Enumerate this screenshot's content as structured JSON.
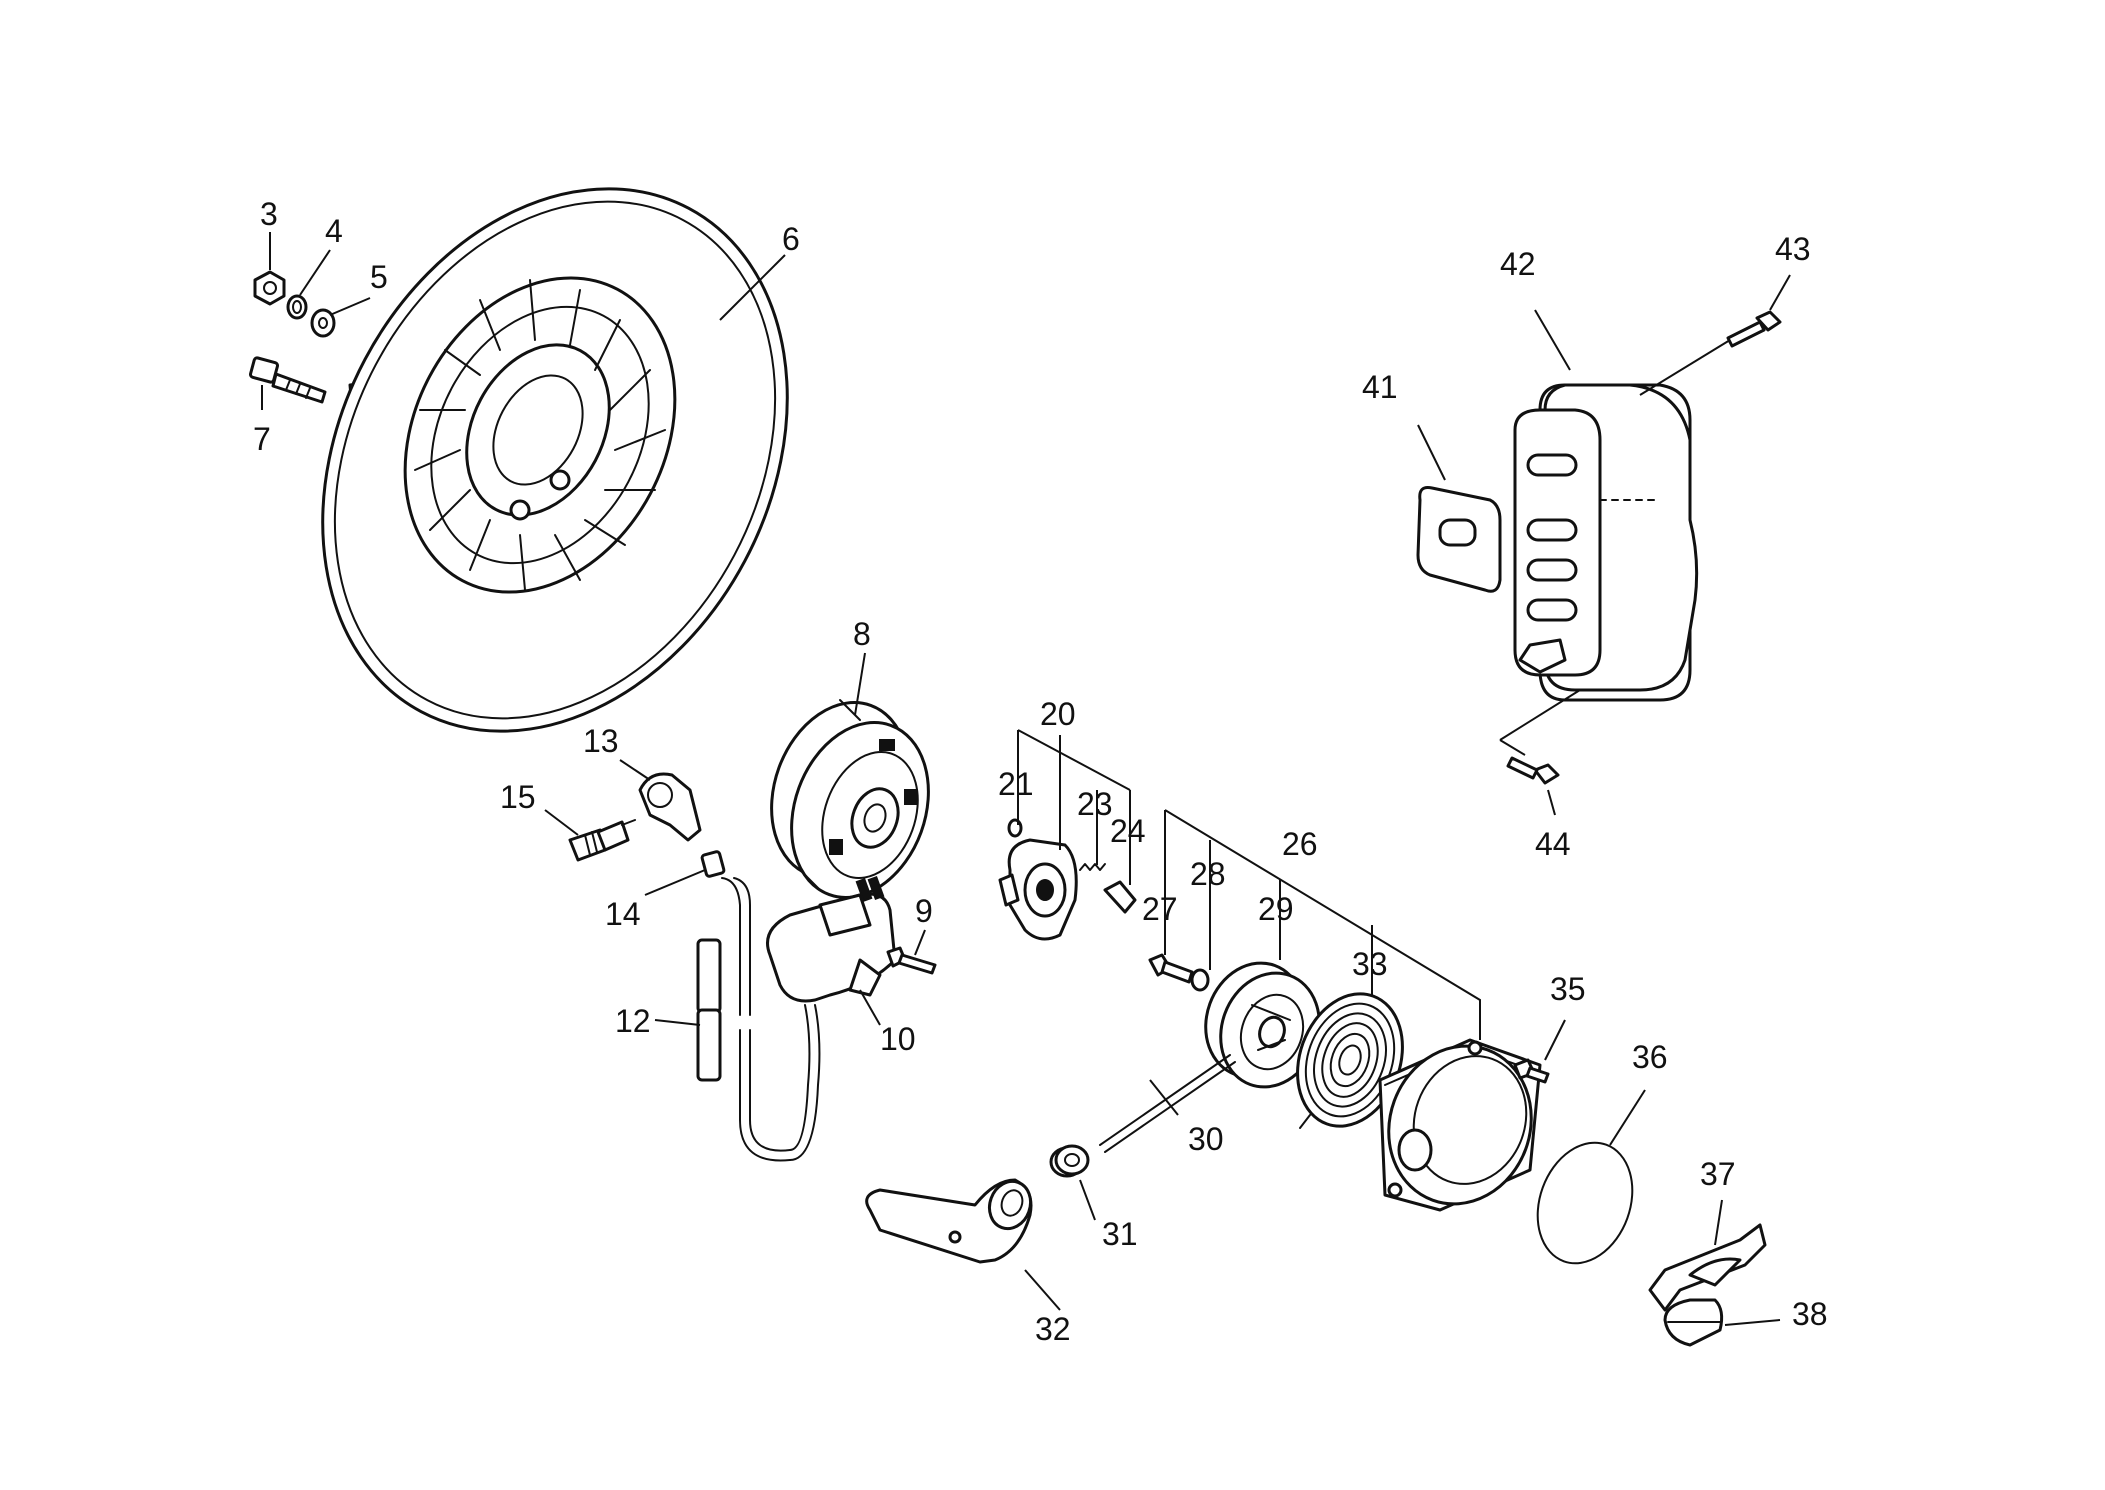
{
  "callouts": {
    "c3": "3",
    "c4": "4",
    "c5": "5",
    "c6": "6",
    "c7": "7",
    "c8": "8",
    "c9": "9",
    "c10": "10",
    "c12": "12",
    "c13": "13",
    "c14": "14",
    "c15": "15",
    "c20": "20",
    "c21": "21",
    "c23": "23",
    "c24": "24",
    "c26": "26",
    "c27": "27",
    "c28": "28",
    "c29": "29",
    "c30": "30",
    "c31": "31",
    "c32": "32",
    "c33": "33",
    "c35": "35",
    "c36": "36",
    "c37": "37",
    "c38": "38",
    "c41": "41",
    "c42": "42",
    "c43": "43",
    "c44": "44"
  },
  "parts": {
    "fan": "flywheel-fan",
    "rotor": "magneto-rotor",
    "ignition": "ignition-coil",
    "plug_cap": "spark-plug-cap",
    "plug": "spark-plug",
    "pawl_assembly": "starter-pawl",
    "reel": "rope-reel",
    "spring": "recoil-spring",
    "starter_case": "starter-case",
    "handle": "starter-handle",
    "muffler": "muffler",
    "gasket": "muffler-gasket"
  }
}
